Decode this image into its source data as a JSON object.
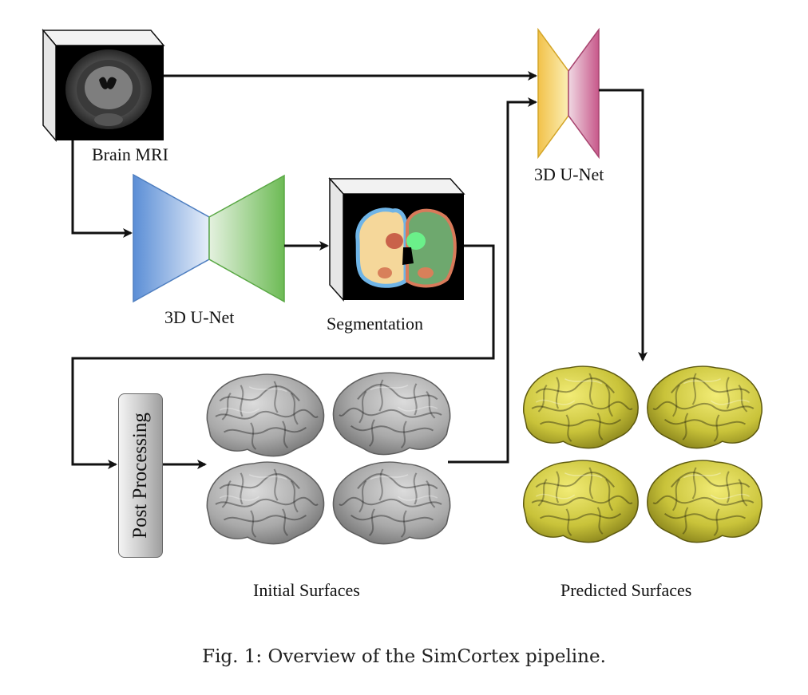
{
  "labels": {
    "brain_mri": "Brain MRI",
    "unet_segmentation": "3D U-Net",
    "segmentation": "Segmentation",
    "unet_refinement": "3D U-Net",
    "post_processing": "Post Processing",
    "initial_surfaces": "Initial Surfaces",
    "predicted_surfaces": "Predicted Surfaces"
  },
  "caption": "Fig. 1: Overview of the SimCortex pipeline.",
  "colors": {
    "unet1_left": "#5b8ed6",
    "unet1_right": "#6dbb55",
    "unet2_left": "#f2c24a",
    "unet2_right": "#c7588a",
    "initial_surface": "#a8a8a8",
    "predicted_surface": "#c9c33a",
    "arrow": "#111111"
  }
}
